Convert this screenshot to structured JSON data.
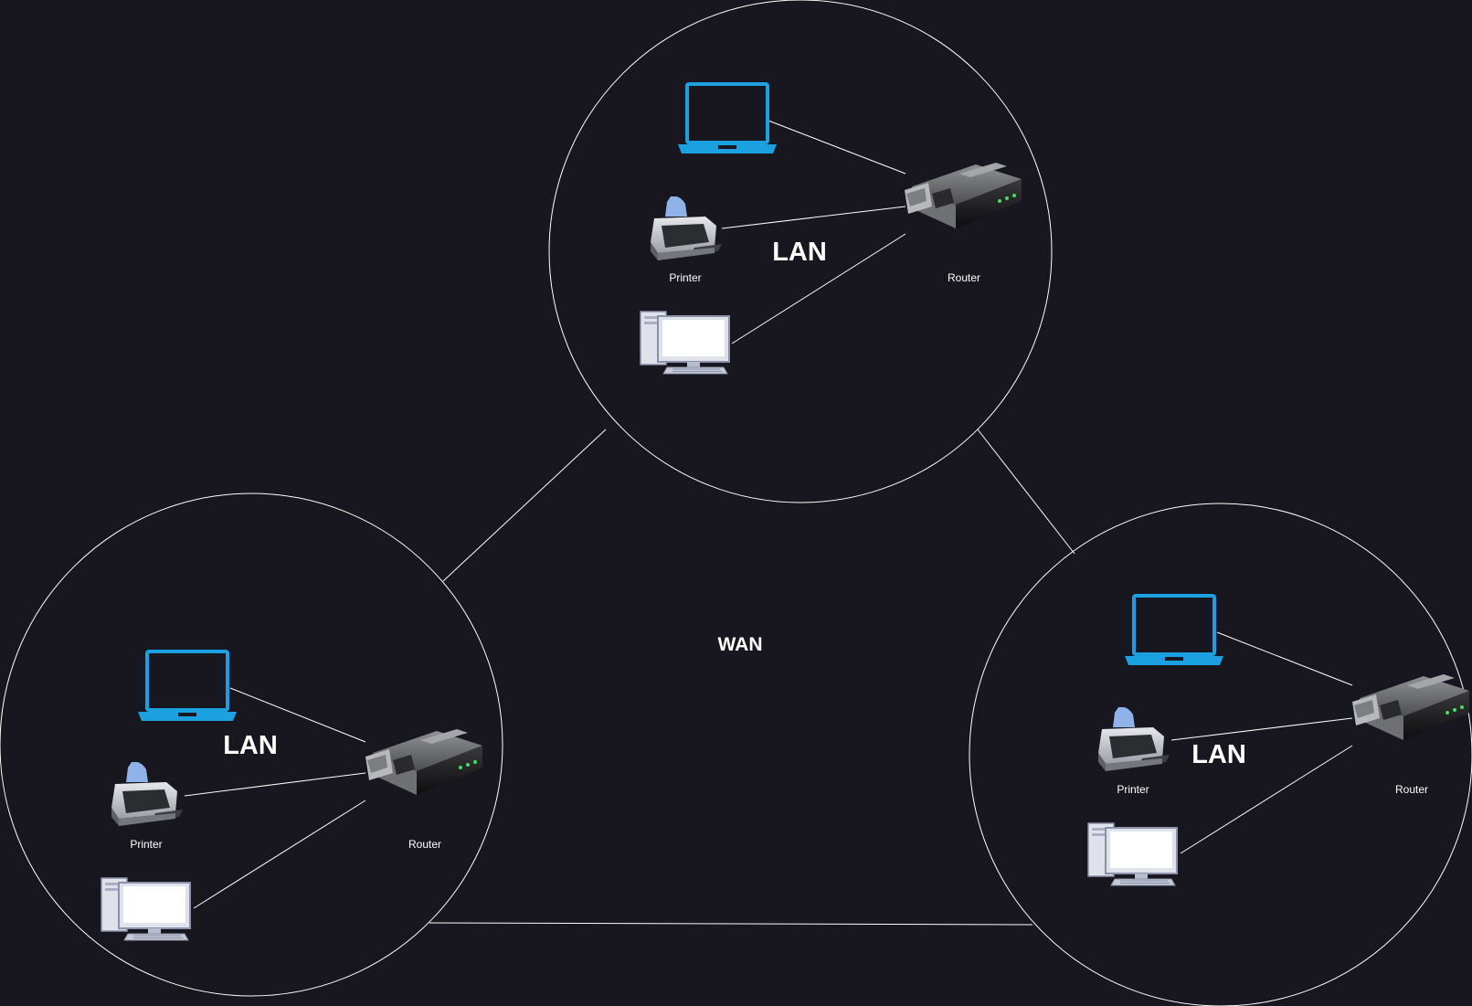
{
  "wan_label": "WAN",
  "colors": {
    "background": "#18161e",
    "line": "#ffffff",
    "laptop": "#1ba1e2",
    "text": "#ffffff"
  },
  "lans": [
    {
      "label": "LAN",
      "printer_label": "Printer",
      "router_label": "Router"
    },
    {
      "label": "LAN",
      "printer_label": "Printer",
      "router_label": "Router"
    },
    {
      "label": "LAN",
      "printer_label": "Printer",
      "router_label": "Router"
    }
  ]
}
